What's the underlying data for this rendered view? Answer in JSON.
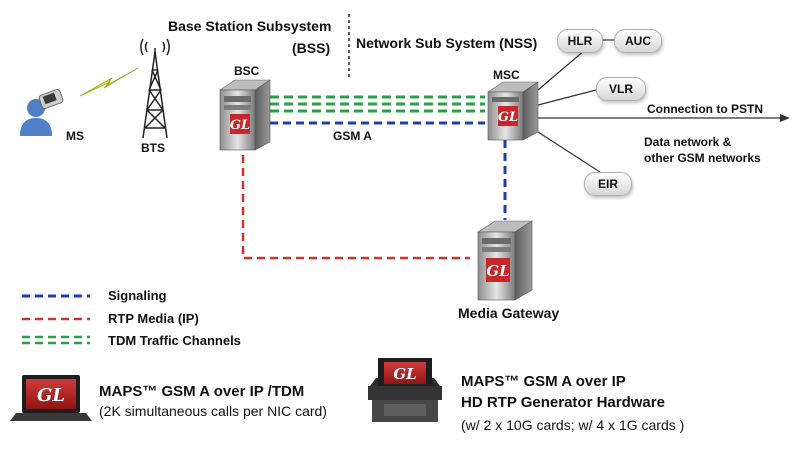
{
  "bss": {
    "line1": "Base Station Subsystem",
    "line2": "(BSS)"
  },
  "nss": {
    "label": "Network Sub System (NSS)"
  },
  "nodes": {
    "ms": "MS",
    "bts": "BTS",
    "bsc": "BSC",
    "msc": "MSC",
    "hlr": "HLR",
    "auc": "AUC",
    "vlr": "VLR",
    "eir": "EIR",
    "media_gateway": "Media Gateway"
  },
  "interface_label": "GSM A",
  "connection_pstn": "Connection to PSTN",
  "data_network": {
    "line1": "Data network &",
    "line2": "other GSM networks"
  },
  "server_logo": "GL",
  "legend": {
    "signaling": "Signaling",
    "rtp": "RTP Media (IP)",
    "tdm": "TDM Traffic Channels"
  },
  "colors": {
    "signaling": "#1f3fb0",
    "rtp": "#d6322d",
    "tdm": "#2e9e4a",
    "gl_logo": "#c9262c"
  },
  "product1": {
    "title": "MAPS™ GSM A over IP /TDM",
    "subtitle": "(2K simultaneous calls per NIC card)"
  },
  "product2": {
    "title": "MAPS™ GSM A over IP",
    "line2": "HD RTP Generator Hardware",
    "line3": "(w/ 2 x 10G cards; w/ 4 x 1G cards )"
  }
}
